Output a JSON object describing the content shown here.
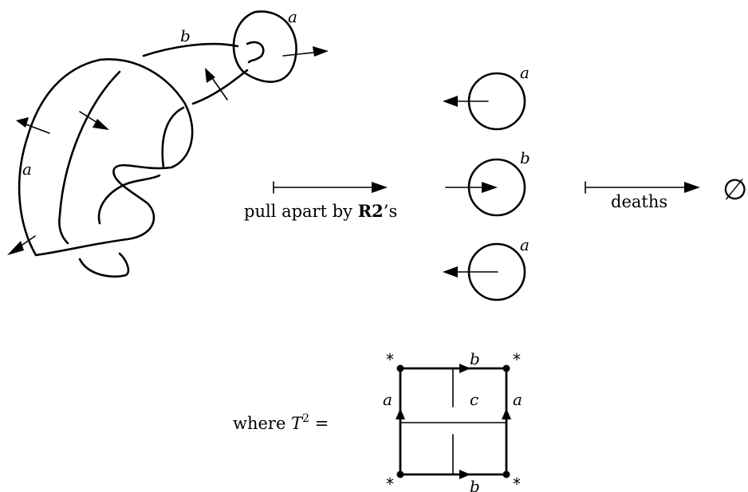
{
  "surface": {
    "labels": {
      "a_top": "a",
      "b_top": "b",
      "a_left": "a"
    }
  },
  "middle": {
    "circles": [
      {
        "label": "a",
        "direction": "left"
      },
      {
        "label": "b",
        "direction": "right"
      },
      {
        "label": "a",
        "direction": "left"
      }
    ]
  },
  "step1": {
    "prefix": "pull apart by ",
    "bold": "R2",
    "suffix": "’s"
  },
  "step2": {
    "label": "deaths"
  },
  "result": {
    "symbol": "∅"
  },
  "torus": {
    "where_text": "where ",
    "T": "T",
    "exponent": "2",
    "equals": " =",
    "labels": {
      "top": "b",
      "bottom": "b",
      "left": "a",
      "right": "a",
      "center": "c"
    },
    "corner_mark": "*"
  }
}
